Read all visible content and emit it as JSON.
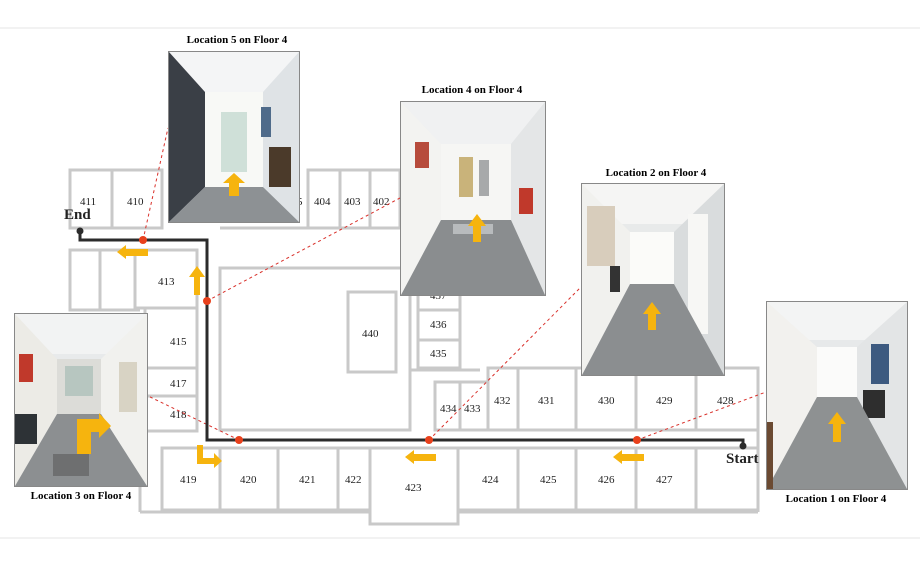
{
  "labels": {
    "loc1": "Location 1 on Floor 4",
    "loc2": "Location 2 on Floor 4",
    "loc3": "Location 3 on Floor 4",
    "loc4": "Location 4 on Floor 4",
    "loc5": "Location 5 on Floor 4",
    "start": "Start",
    "end": "End"
  },
  "rooms": {
    "r411": "411",
    "r410": "410",
    "r405": "5",
    "r404": "404",
    "r403": "403",
    "r402": "402",
    "r413": "413",
    "r415": "415",
    "r417": "417",
    "r418": "418",
    "r437": "437",
    "r436": "436",
    "r435": "435",
    "r440": "440",
    "r434": "434",
    "r433": "433",
    "r432": "432",
    "r431": "431",
    "r430": "430",
    "r429": "429",
    "r428": "428",
    "r419": "419",
    "r420": "420",
    "r421": "421",
    "r422": "422",
    "r423": "423",
    "r424": "424",
    "r425": "425",
    "r426": "426",
    "r427": "427"
  },
  "colors": {
    "route": "#2b2b2b",
    "waypoint": "#e8401c",
    "leader": "#d9302a",
    "arrow": "#f6b40e",
    "wall": "#c9c9c9"
  }
}
